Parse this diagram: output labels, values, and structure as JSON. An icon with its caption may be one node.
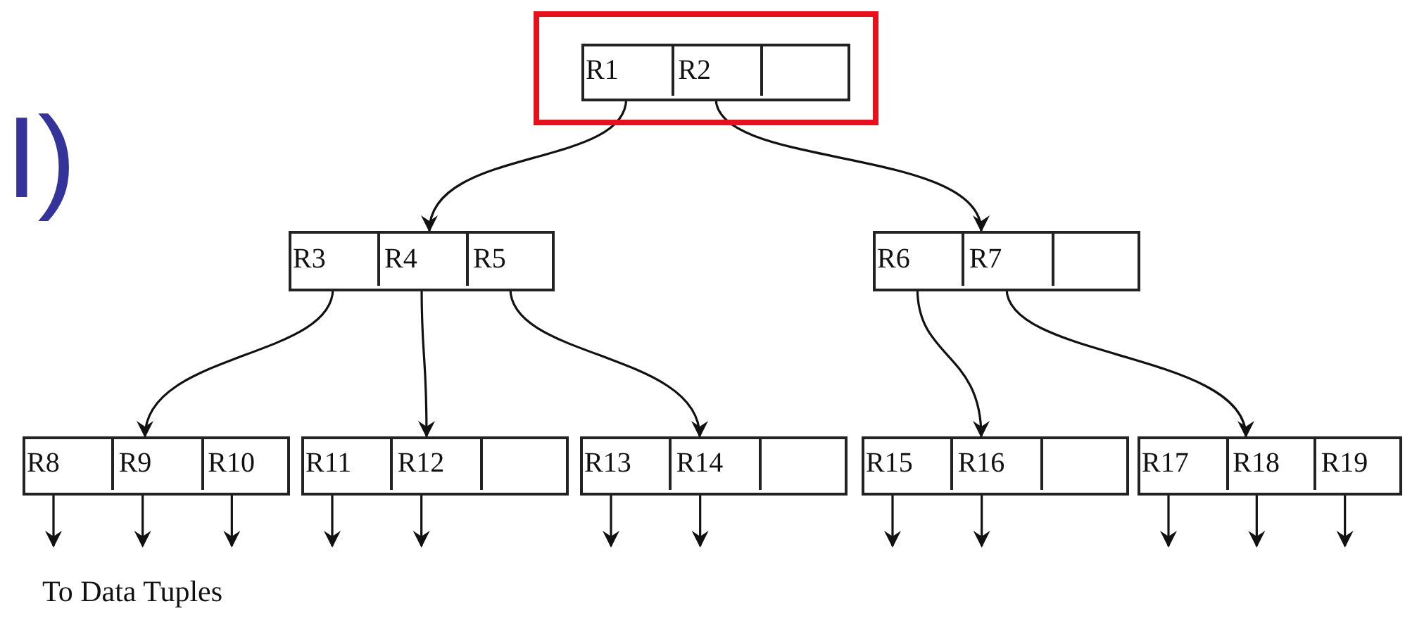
{
  "diagram": {
    "nodes": [
      {
        "text": [],
        "shape": "box"
      },
      {
        "text": [],
        "shape": "box",
        "in": 0
      },
      {
        "text": [
          "R1"
        ],
        "in": 1
      },
      {
        "text": [
          "R2"
        ],
        "in": 1
      },
      {
        "text": [],
        "shape": "box",
        "in": 1
      },
      {
        "text": [],
        "shape": "box"
      },
      {
        "text": [
          "R3"
        ],
        "in": 5
      },
      {
        "text": [
          "R4"
        ],
        "in": 5
      },
      {
        "text": [
          "R5"
        ],
        "in": 5
      },
      {
        "text": [],
        "shape": "box"
      },
      {
        "text": [
          "R6"
        ],
        "in": 9
      },
      {
        "text": [
          "R7"
        ],
        "in": 9
      },
      {
        "text": [],
        "shape": "box",
        "in": 9
      },
      {
        "text": [],
        "shape": "box"
      },
      {
        "text": [
          "R8"
        ],
        "in": 13
      },
      {
        "text": [
          "R9"
        ],
        "in": 13
      },
      {
        "text": [
          "R10"
        ],
        "in": 13
      },
      {
        "text": [],
        "shape": "box"
      },
      {
        "text": [
          "R11"
        ],
        "in": 17
      },
      {
        "text": [
          "R12"
        ],
        "in": 17
      },
      {
        "text": [],
        "shape": "box",
        "in": 17
      },
      {
        "text": [],
        "shape": "box"
      },
      {
        "text": [
          "R13"
        ],
        "in": 21
      },
      {
        "text": [
          "R14"
        ],
        "in": 21
      },
      {
        "text": [],
        "shape": "box",
        "in": 21
      },
      {
        "text": [],
        "shape": "box"
      },
      {
        "text": [
          "R15"
        ],
        "in": 25
      },
      {
        "text": [
          "R16"
        ],
        "in": 25
      },
      {
        "text": [],
        "shape": "box",
        "in": 25
      },
      {
        "text": [],
        "shape": "box"
      },
      {
        "text": [
          "R17"
        ],
        "in": 29
      },
      {
        "text": [
          "R18"
        ],
        "in": 29
      },
      {
        "text": [
          "R19"
        ],
        "in": 29
      }
    ],
    "edges": [
      {
        "from": 2,
        "to": 5,
        "arrow": "to"
      },
      {
        "from": 3,
        "to": 9,
        "arrow": "to"
      },
      {
        "from": 6,
        "to": 13,
        "arrow": "to"
      },
      {
        "from": 7,
        "to": 17,
        "arrow": "to"
      },
      {
        "from": 8,
        "to": 21,
        "arrow": "to"
      },
      {
        "from": 10,
        "to": 25,
        "arrow": "to"
      },
      {
        "from": 11,
        "to": 29,
        "arrow": "to"
      },
      {
        "from": 14,
        "to": null,
        "arrow": "to"
      },
      {
        "from": 15,
        "to": null,
        "arrow": "to"
      },
      {
        "from": 16,
        "to": null,
        "arrow": "to"
      },
      {
        "from": 18,
        "to": null,
        "arrow": "to"
      },
      {
        "from": 19,
        "to": null,
        "arrow": "to"
      },
      {
        "from": 22,
        "to": null,
        "arrow": "to"
      },
      {
        "from": 23,
        "to": null,
        "arrow": "to"
      },
      {
        "from": 26,
        "to": null,
        "arrow": "to"
      },
      {
        "from": 27,
        "to": null,
        "arrow": "to"
      },
      {
        "from": 30,
        "to": null,
        "arrow": "to"
      },
      {
        "from": 31,
        "to": null,
        "arrow": "to"
      },
      {
        "from": 32,
        "to": null,
        "arrow": "to"
      }
    ],
    "labels": [
      "I)",
      "To Data Tuples"
    ]
  }
}
